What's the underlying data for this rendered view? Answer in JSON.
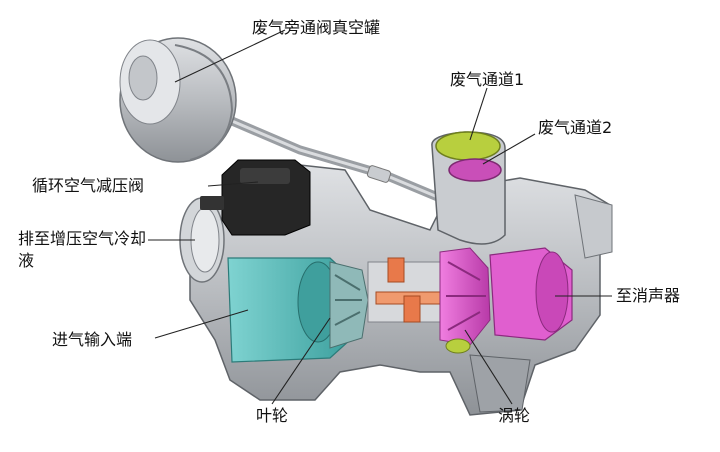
{
  "labels": {
    "wastegate_vacuum_canister": "废气旁通阀真空罐",
    "exhaust_channel_1": "废气通道1",
    "exhaust_channel_2": "废气通道2",
    "recirc_valve": "循环空气减压阀",
    "to_intercooler": "排至增压空气冷却液",
    "to_muffler": "至消声器",
    "intake_end": "进气输入端",
    "impeller": "叶轮",
    "turbine": "涡轮"
  },
  "colors": {
    "housing": "#b9bcc0",
    "housing_dark": "#7c8086",
    "intake_teal": "#4fb8b6",
    "turbine_magenta": "#d24fc3",
    "exhaust_green": "#b8cf3e",
    "shaft_orange": "#e8794a",
    "valve_black": "#222222",
    "leader_line": "#222222"
  }
}
